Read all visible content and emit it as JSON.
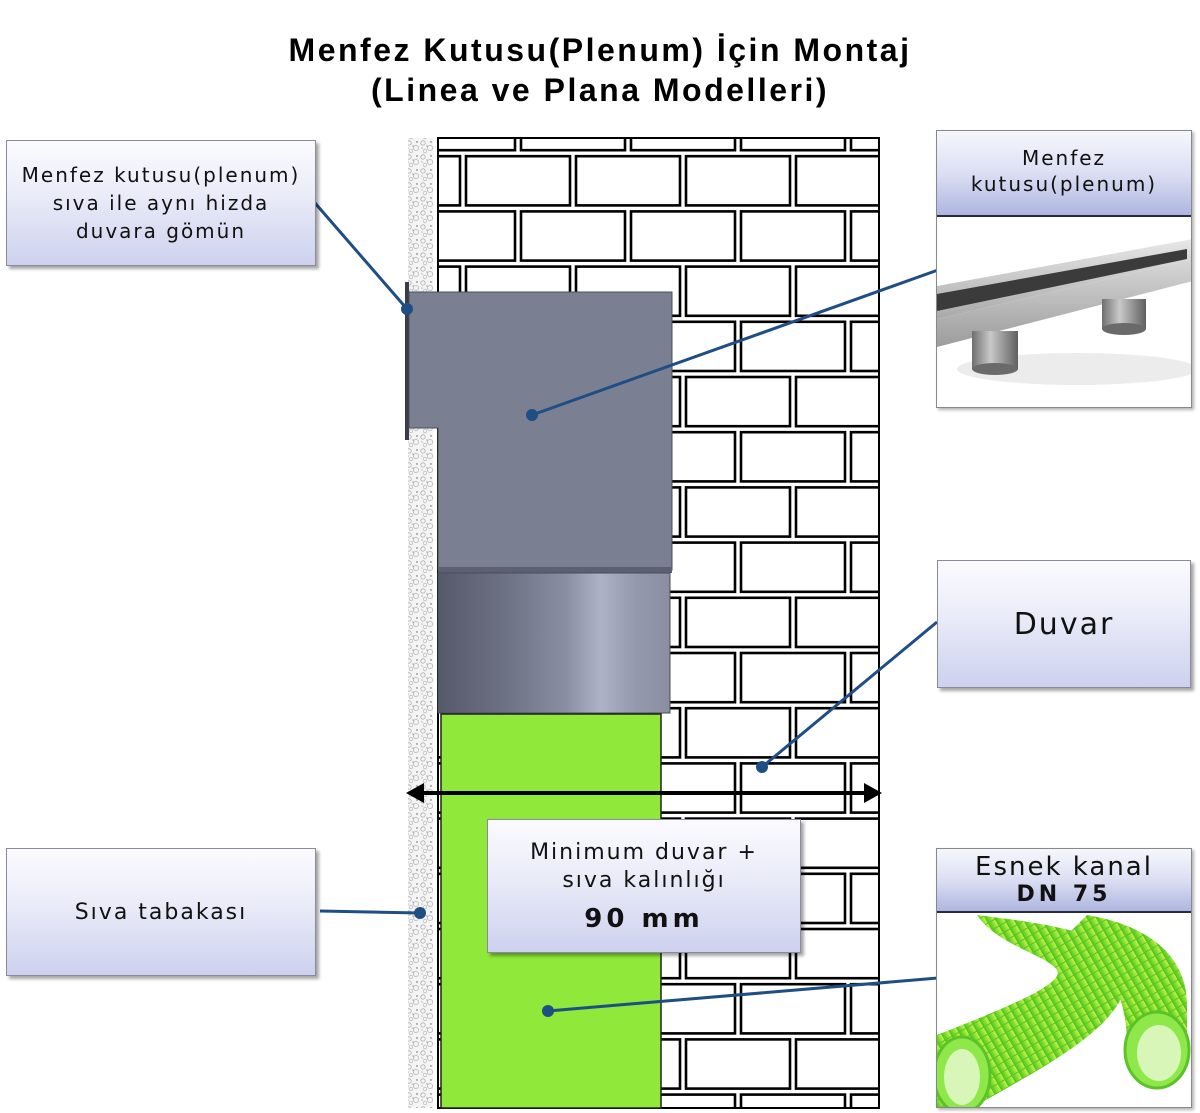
{
  "title": {
    "line1": "Menfez Kutusu(Plenum) İçin Montaj",
    "line2": "(Linea ve Plana Modelleri)"
  },
  "labels": {
    "plenum_install": {
      "line1": "Menfez kutusu(plenum)",
      "line2": "sıva ile aynı hizda",
      "line3": "duvara gömün"
    },
    "plenum_image": {
      "line1": "Menfez",
      "line2": "kutusu(plenum)"
    },
    "wall": "Duvar",
    "plaster_layer": "Sıva tabakası",
    "flex_duct": {
      "line1": "Esnek kanal",
      "line2": "DN 75"
    },
    "min_thickness": {
      "line1": "Minimum duvar +",
      "line2": "sıva kalınlığı",
      "value": "90 mm"
    }
  },
  "colors": {
    "leader_line": "#1f4e85",
    "plenum_body": "#7b7f92",
    "flex_duct_green": "#8fe83a",
    "brick_outline": "#000000",
    "label_gradient_bottom": "#cdd1ee"
  }
}
